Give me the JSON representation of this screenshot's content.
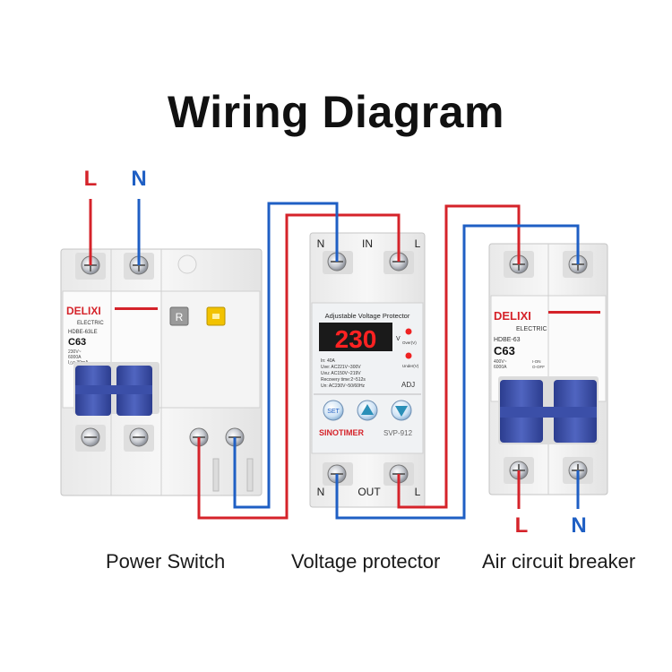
{
  "title": "Wiring Diagram",
  "colors": {
    "live": "#d5232a",
    "neutral": "#1f5fc4",
    "breaker_handle": "#3b4fa8",
    "display_digits": "#ff2222"
  },
  "power_switch": {
    "caption": "Power Switch",
    "input_labels": {
      "live": "L",
      "neutral": "N"
    },
    "brand": "DELIXI",
    "sub_brand": "ELECTRIC",
    "model": "HDBE-63LE",
    "rating": "C63",
    "test_button": "R",
    "specs": "230V~\n6000A\nI△n 30mA",
    "icons": [
      "test-button-icon",
      "reset-button-icon"
    ]
  },
  "voltage_protector": {
    "caption": "Voltage protector",
    "top_terminals": [
      "N",
      "IN",
      "L"
    ],
    "bottom_terminals": [
      "N",
      "OUT",
      "L"
    ],
    "panel_title": "Adjustable Voltage Protector",
    "display_value": "230",
    "display_unit": "V",
    "indicators": [
      "Over(V)",
      "Under(V)"
    ],
    "specs": [
      "In:        40A",
      "Uve:    AC221V~300V",
      "Uvu:    AC150V~219V",
      "Recovery time:2~512s",
      "Un:  AC230V~50/60Hz"
    ],
    "adj_label": "ADJ",
    "set_button": "SET",
    "brand": "SINOTIMER",
    "model": "SVP-912"
  },
  "air_breaker": {
    "caption": "Air circuit breaker",
    "output_labels": {
      "live": "L",
      "neutral": "N"
    },
    "brand": "DELIXI",
    "sub_brand": "ELECTRIC",
    "model": "HDBE-63",
    "rating": "C63",
    "specs": "400V~\n6000A",
    "state_labels": "I-ON\nO-OFF"
  }
}
